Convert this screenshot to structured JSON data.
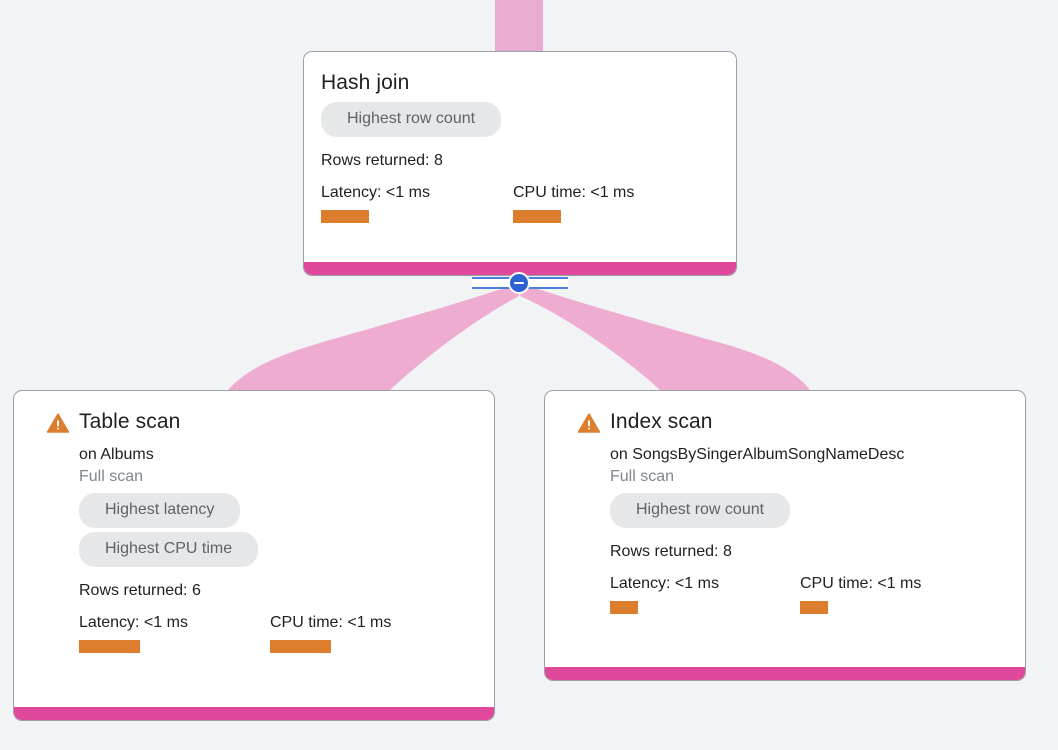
{
  "theme": {
    "background": "#f1f3f4",
    "card_background": "#ffffff",
    "card_border": "#9aa0a6",
    "accent_pink": "#e0499b",
    "edge_pink": "#eeaad0",
    "metric_orange": "#dd7e2e",
    "chip_background": "#e5e7e9",
    "chip_text": "#5f6368",
    "toggle_blue": "#2c62d4",
    "warning_orange": "#dd7e2e"
  },
  "graph": {
    "nodes": [
      {
        "id": "hash-join",
        "title": "Hash join",
        "has_warning": false,
        "subtitle": "",
        "scan_type": "",
        "chips": [
          "Highest row count"
        ],
        "rows_returned": "Rows returned: 8",
        "metrics": [
          {
            "label": "Latency: <1 ms",
            "bar_kind": "latency-bar"
          },
          {
            "label": "CPU time: <1 ms",
            "bar_kind": "cpu-bar"
          }
        ]
      },
      {
        "id": "table-scan",
        "title": "Table scan",
        "has_warning": true,
        "warning_icon": "warning-triangle-icon",
        "subtitle": "on Albums",
        "scan_type": "Full scan",
        "chips": [
          "Highest latency",
          "Highest CPU time"
        ],
        "rows_returned": "Rows returned: 6",
        "metrics": [
          {
            "label": "Latency: <1 ms",
            "bar_kind": "latency-bar"
          },
          {
            "label": "CPU time: <1 ms",
            "bar_kind": "cpu-bar"
          }
        ]
      },
      {
        "id": "index-scan",
        "title": "Index scan",
        "has_warning": true,
        "warning_icon": "warning-triangle-icon",
        "subtitle": "on SongsBySingerAlbumSongNameDesc",
        "scan_type": "Full scan",
        "chips": [
          "Highest row count"
        ],
        "rows_returned": "Rows returned: 8",
        "metrics": [
          {
            "label": "Latency: <1 ms",
            "bar_kind": "latency-bar"
          },
          {
            "label": "CPU time: <1 ms",
            "bar_kind": "cpu-bar"
          }
        ]
      }
    ],
    "edges": [
      {
        "id": "edge-in-top",
        "from": "parent",
        "to": "hash-join"
      },
      {
        "id": "edge-hashjoin-tablescan",
        "from": "hash-join",
        "to": "table-scan"
      },
      {
        "id": "edge-hashjoin-indexscan",
        "from": "hash-join",
        "to": "index-scan"
      }
    ],
    "collapse_toggle": {
      "state": "expanded",
      "icon": "minus-circle-icon"
    }
  }
}
